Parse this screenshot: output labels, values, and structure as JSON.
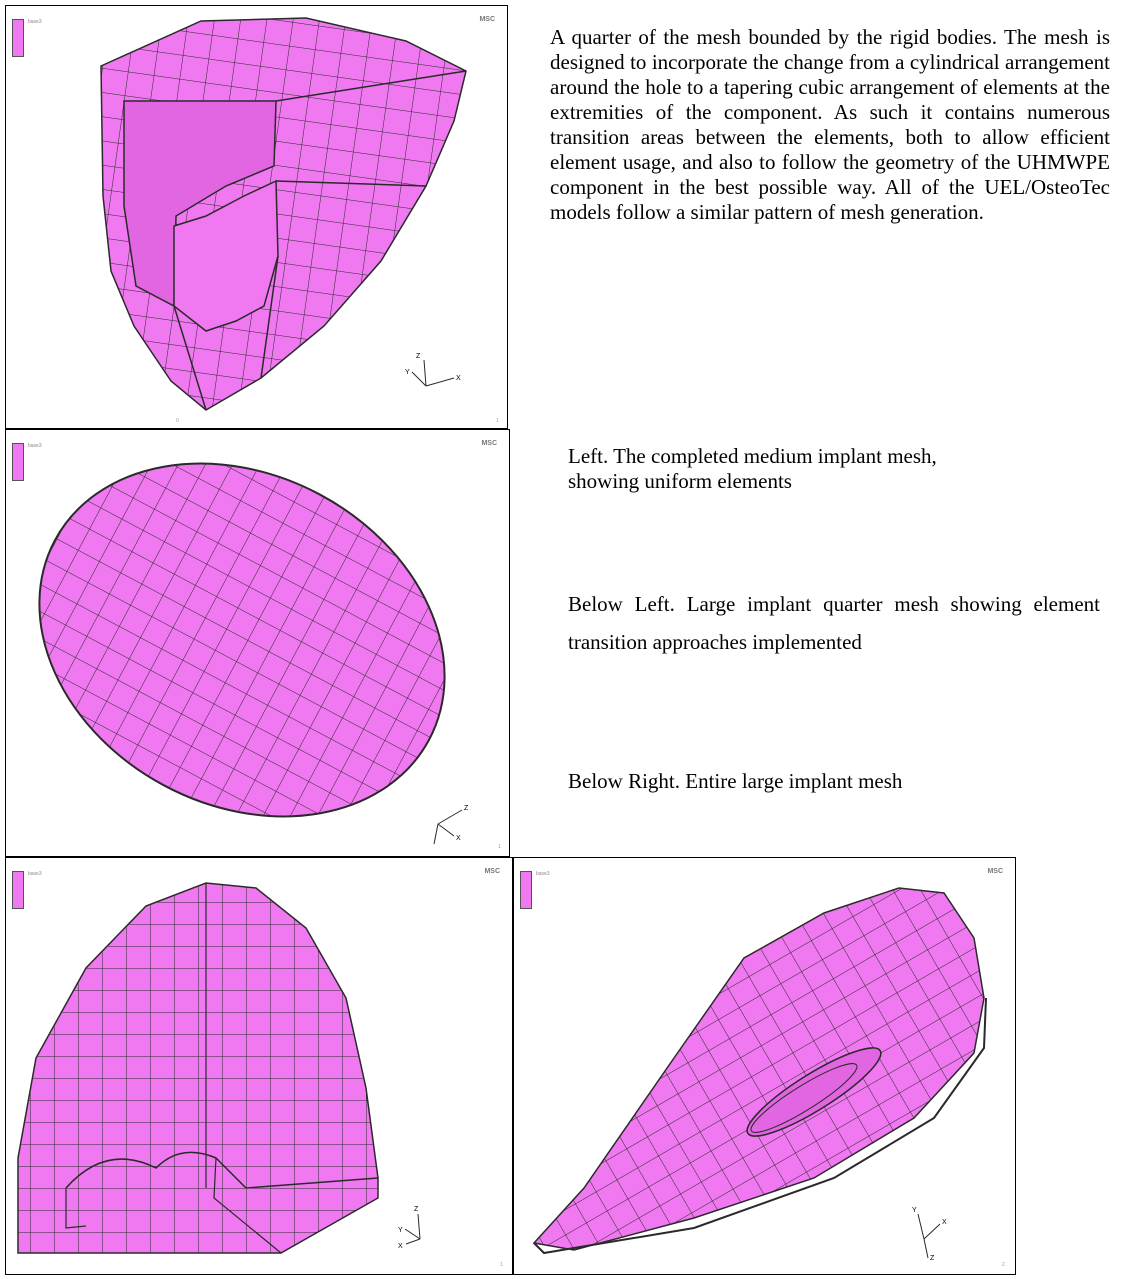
{
  "panels": {
    "top": {
      "legend_label": "base3",
      "logo": "MSC",
      "frame_left": "0",
      "frame_right": "1"
    },
    "middle": {
      "legend_label": "base3",
      "logo": "MSC",
      "frame_right": "1"
    },
    "bottom_left": {
      "legend_label": "base3",
      "logo": "MSC",
      "frame_right": "1"
    },
    "bottom_right": {
      "legend_label": "base3",
      "logo": "MSC",
      "frame_right": "2"
    }
  },
  "axis_labels": {
    "x": "X",
    "y": "Y",
    "z": "Z"
  },
  "captions": {
    "first": "A quarter of the mesh bounded by the rigid bodies. The mesh is designed to incorporate the change from a cylindrical arrangement around the hole to a tapering cubic arrangement of elements at the extremities of the component. As such it contains numerous transition areas between the elements, both to allow efficient element usage, and also to follow the geometry of the UHMWPE component in the best possible way. All of the UEL/OsteoTec models follow a similar pattern of mesh generation.",
    "left": "Left. The completed medium implant mesh, showing uniform elements",
    "below_left": "Below Left. Large implant quarter mesh showing element transition approaches implemented",
    "below_right": "Below Right. Entire large implant mesh"
  },
  "colors": {
    "mesh_fill": "#f078f0",
    "mesh_line": "#2a2a2a",
    "legend_fill": "#f078f0"
  }
}
